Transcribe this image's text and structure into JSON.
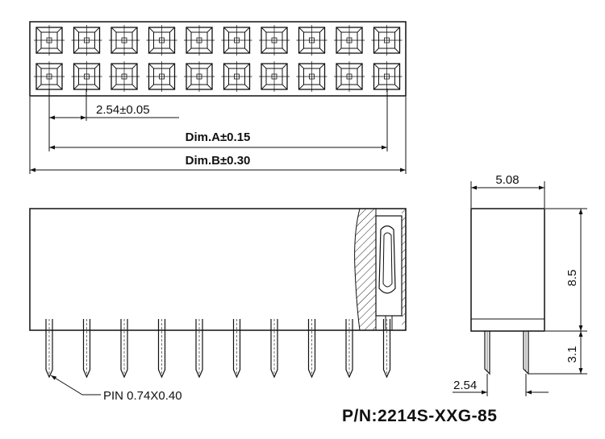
{
  "dims": {
    "pitch": "2.54±0.05",
    "dim_a": "Dim.A±0.15",
    "dim_b": "Dim.B±0.30",
    "width": "5.08",
    "height": "8.5",
    "tail": "3.1",
    "row_spacing": "2.54"
  },
  "pin_note": "PIN 0.74X0.40",
  "part_number": "P/N:2214S-XXG-85",
  "layout": {
    "columns": 10,
    "rows": 2
  }
}
